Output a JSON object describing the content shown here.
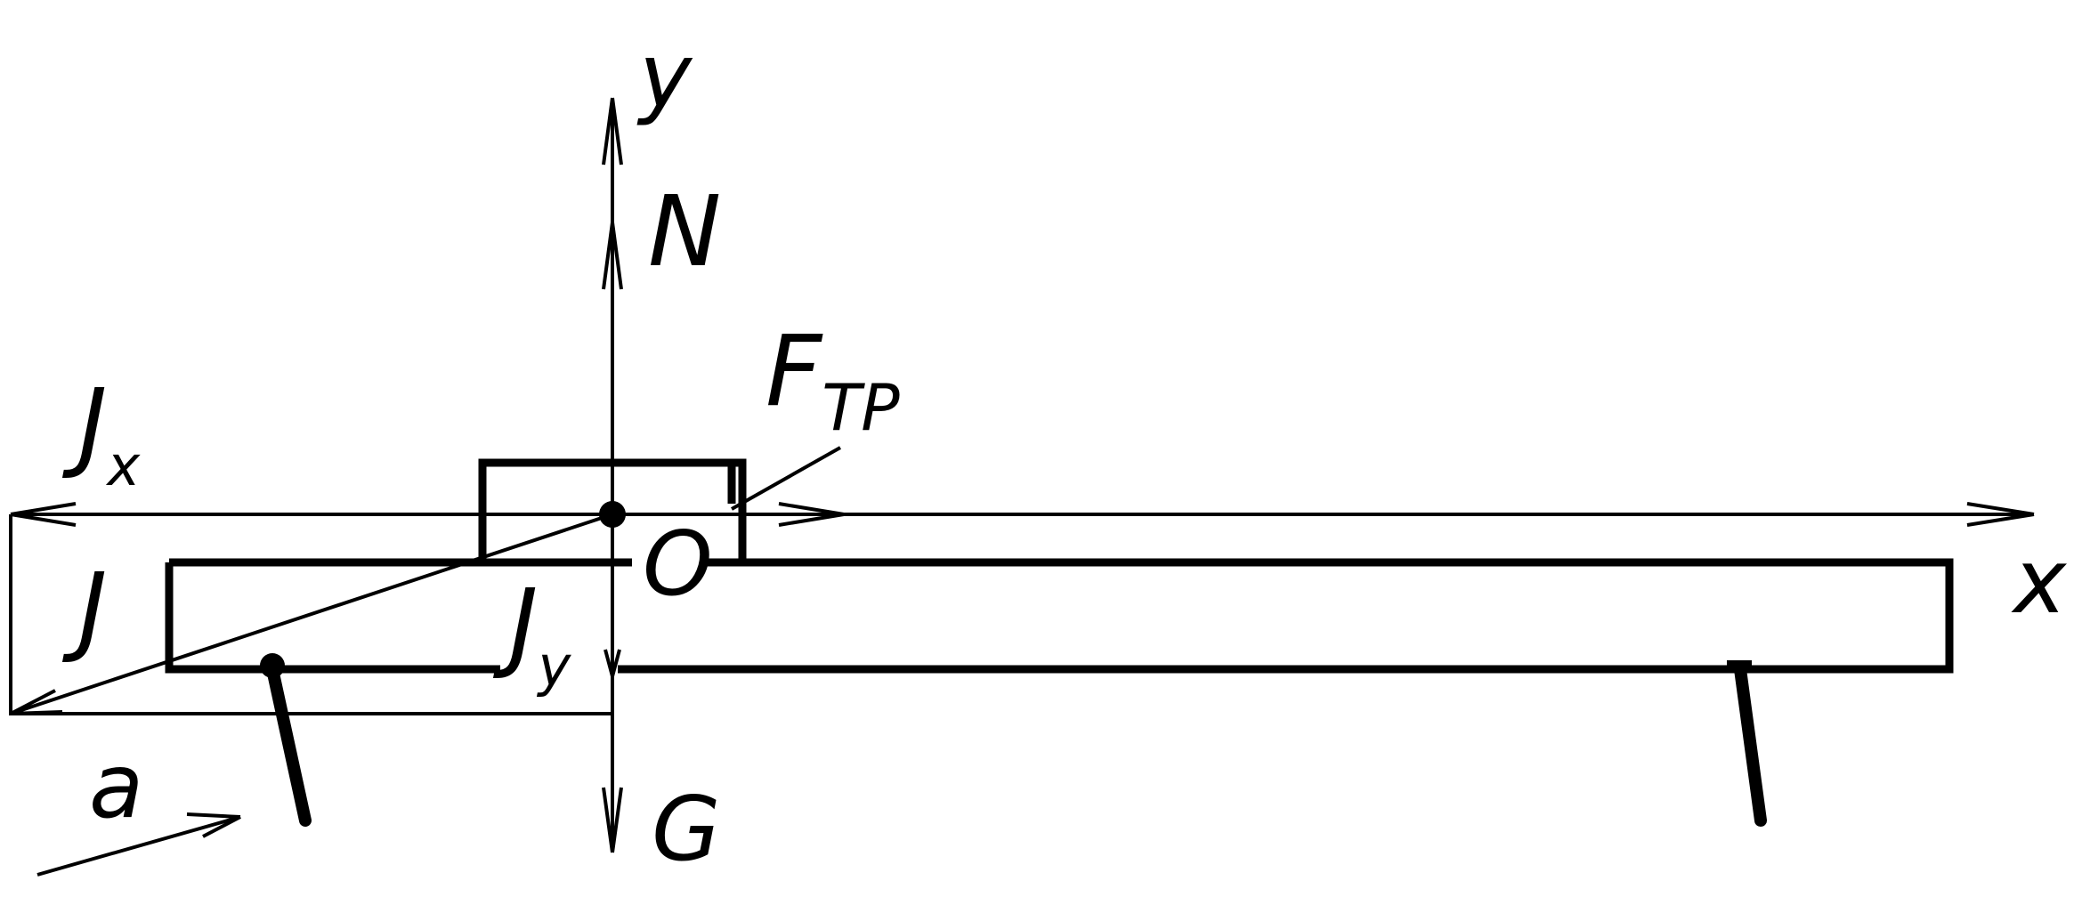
{
  "colors": {
    "ink": "#000000",
    "background": "#ffffff"
  },
  "labels": {
    "y_axis": "y",
    "x_axis": "x",
    "normal_force": "N",
    "friction_force_symbol": "F",
    "friction_force_subscript": "TP",
    "inertia_x_symbol": "J",
    "inertia_x_subscript": "x",
    "inertia": "J",
    "inertia_y_symbol": "J",
    "inertia_y_subscript": "y",
    "origin": "O",
    "gravity": "G",
    "acceleration": "a"
  }
}
